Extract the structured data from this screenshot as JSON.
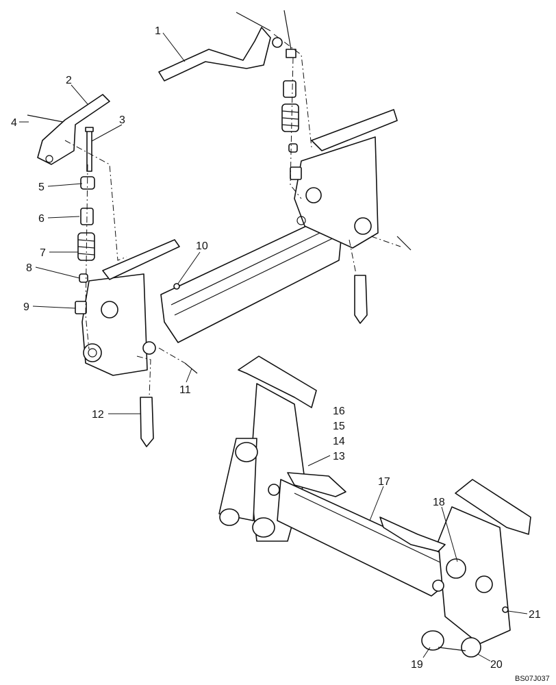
{
  "diagram": {
    "drawing_code": "BS07J037",
    "callouts": [
      "1",
      "2",
      "3",
      "4",
      "5",
      "6",
      "7",
      "8",
      "9",
      "10",
      "11",
      "12",
      "13",
      "14",
      "15",
      "16",
      "17",
      "18",
      "19",
      "20",
      "21"
    ]
  }
}
